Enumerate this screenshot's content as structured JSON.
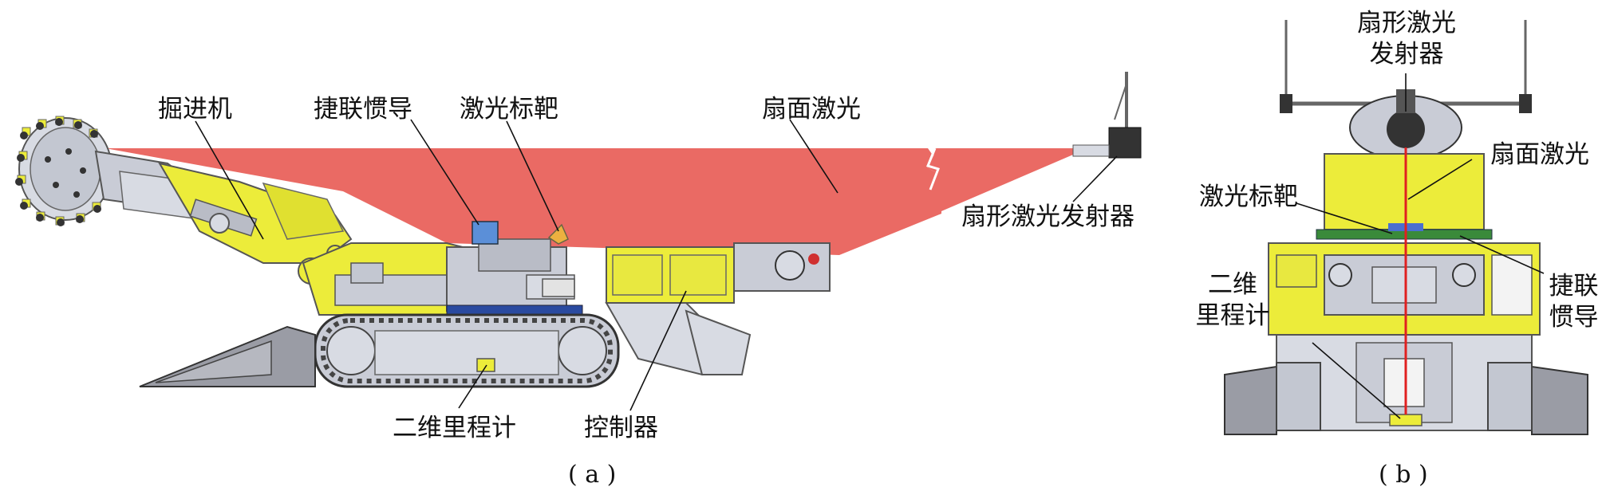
{
  "figure": {
    "panel_a": {
      "caption": "( a )",
      "labels": {
        "roadheader": "掘进机",
        "strapdown_ins": "捷联惯导",
        "laser_target": "激光标靶",
        "fan_laser": "扇面激光",
        "fan_laser_emitter": "扇形激光发射器",
        "odometer_2d": "二维里程计",
        "controller": "控制器"
      }
    },
    "panel_b": {
      "caption": "( b )",
      "labels": {
        "fan_laser_emitter_line1": "扇形激光",
        "fan_laser_emitter_line2": "发射器",
        "fan_laser": "扇面激光",
        "laser_target": "激光标靶",
        "odometer_line1": "二维",
        "odometer_line2": "里程计",
        "strapdown_line1": "捷联",
        "strapdown_line2": "惯导"
      }
    },
    "colors": {
      "laser_fan": "#ea6a64",
      "machine_yellow": "#ecec3a",
      "machine_grey": "#c9ccd6",
      "laser_beam": "#e02020",
      "target_blue": "#4a6fd0"
    }
  }
}
